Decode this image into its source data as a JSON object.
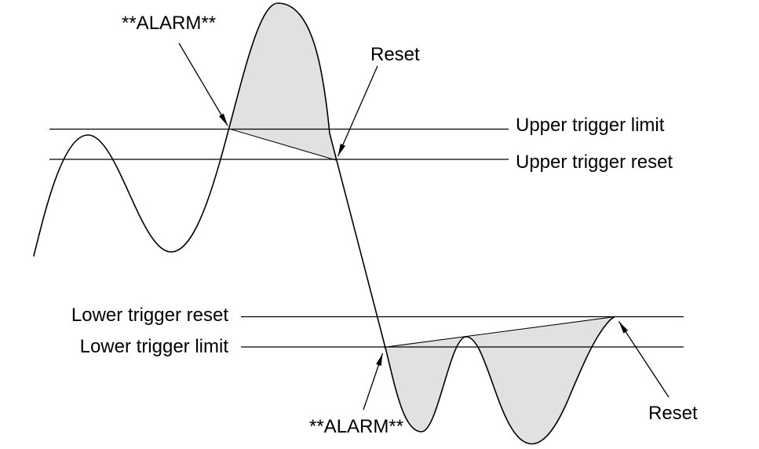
{
  "diagram": {
    "type": "alarm-trigger-limit-diagram",
    "background_color": "#ffffff",
    "line_color": "#000000",
    "shade_color": "#e1e1e1",
    "labels": {
      "upper_alarm": "**ALARM**",
      "upper_reset": "Reset",
      "upper_trigger_limit": "Upper trigger limit",
      "upper_trigger_reset": "Upper trigger reset",
      "lower_trigger_reset": "Lower trigger reset",
      "lower_trigger_limit": "Lower trigger limit",
      "lower_alarm": "**ALARM**",
      "lower_reset": "Reset"
    }
  }
}
